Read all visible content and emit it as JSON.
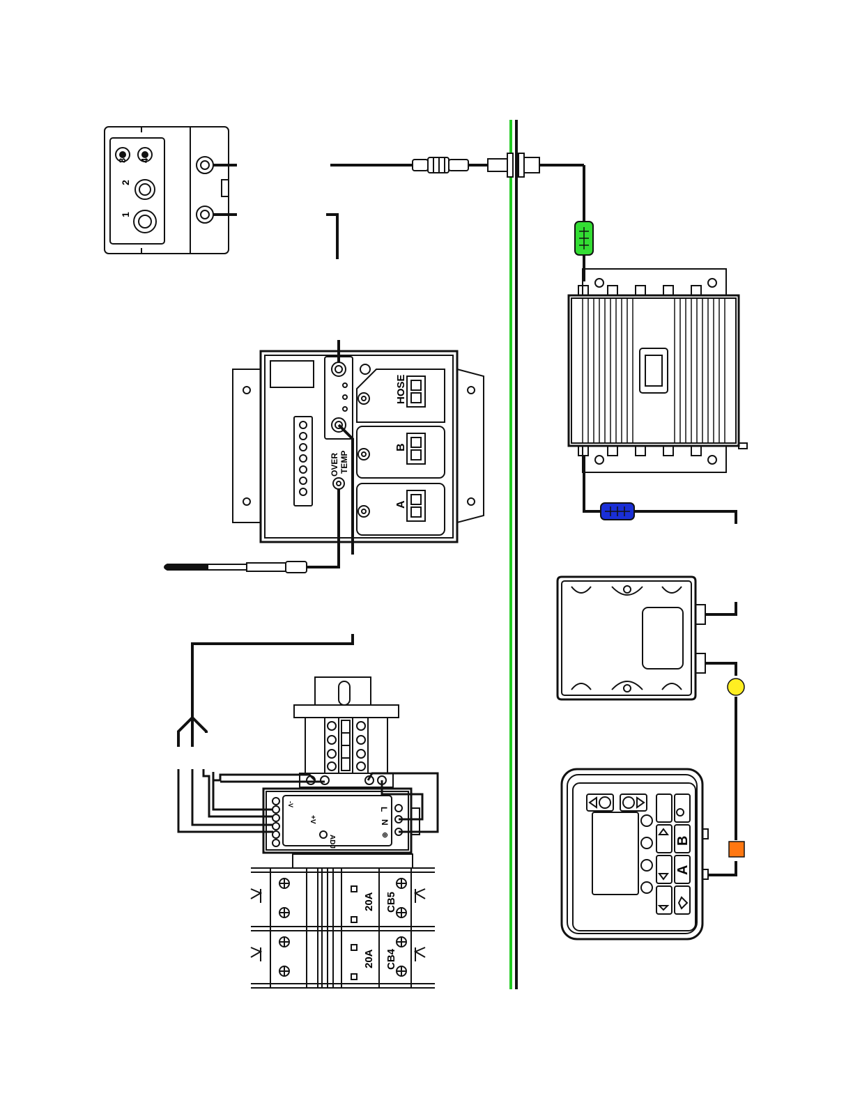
{
  "colors": {
    "line": "#111111",
    "divider_green": "#22cc22",
    "connector_green": "#33dd33",
    "connector_blue": "#1a2fd6",
    "marker_yellow": "#ffee22",
    "marker_orange": "#ff7711"
  },
  "hub": {
    "port_labels": [
      "1",
      "2",
      "3",
      "4"
    ]
  },
  "heater_controller": {
    "channel_labels": [
      "A",
      "B",
      "HOSE"
    ],
    "status_label_line1": "OVER",
    "status_label_line2": "TEMP"
  },
  "power_supply": {
    "terminal_labels": [
      "L",
      "N",
      "⊕"
    ],
    "output_labels": [
      "+V",
      "-V"
    ],
    "adj_label": "ADJ"
  },
  "breakers": [
    {
      "name": "CB4",
      "rating": "20A"
    },
    {
      "name": "CB5",
      "rating": "20A"
    }
  ],
  "display_module": {
    "key_labels": [
      "A",
      "B"
    ]
  }
}
